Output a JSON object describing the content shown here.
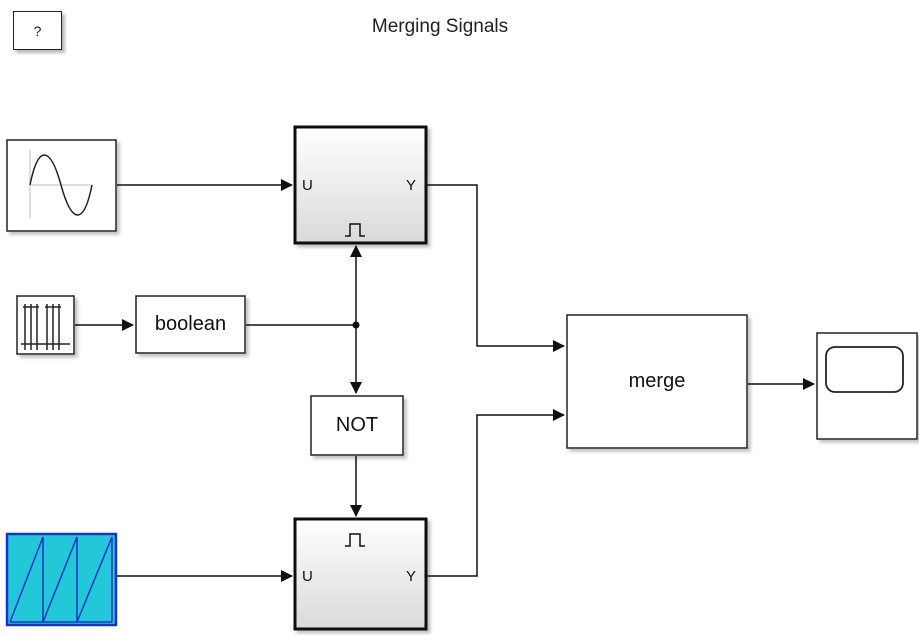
{
  "title": "Merging Signals",
  "help_button": {
    "label": "?"
  },
  "blocks": {
    "boolean": {
      "label": "boolean"
    },
    "not": {
      "label": "NOT"
    },
    "merge": {
      "label": "merge"
    },
    "enabled_top": {
      "in_port": "U",
      "out_port": "Y"
    },
    "enabled_bottom": {
      "in_port": "U",
      "out_port": "Y"
    }
  },
  "colors": {
    "line": "#111111",
    "sawtooth_fill": "#22c8d8",
    "sawtooth_stroke": "#1a33c8",
    "subsystem_gradient_top": "#ffffff",
    "subsystem_gradient_bottom": "#d9d9d9"
  },
  "icons": {
    "sine": "sine-wave-icon",
    "pulse": "pulse-generator-icon",
    "sawtooth": "sawtooth-wave-icon",
    "scope": "scope-icon",
    "enable": "enable-pulse-icon"
  }
}
